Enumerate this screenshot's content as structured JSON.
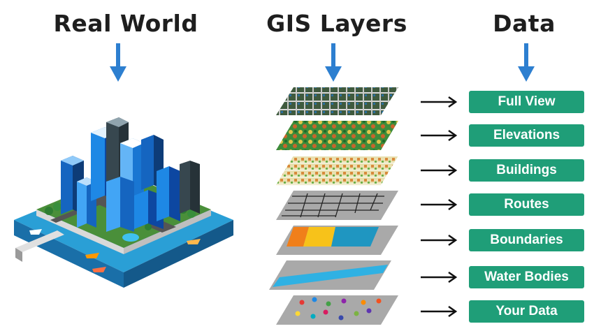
{
  "headings": {
    "real_world": "Real World",
    "gis_layers": "GIS Layers",
    "data": "Data"
  },
  "data_items": [
    "Full View",
    "Elevations",
    "Buildings",
    "Routes",
    "Boundaries",
    "Water Bodies",
    "Your Data"
  ],
  "colors": {
    "arrow_blue": "#2d7fd0",
    "pill_green": "#1f9e78",
    "water": "#2fb1e3",
    "plane_gray": "#a9a9a9",
    "boundary_orange": "#f07f1a",
    "boundary_yellow": "#f7c21a",
    "boundary_teal": "#1f96c1"
  }
}
